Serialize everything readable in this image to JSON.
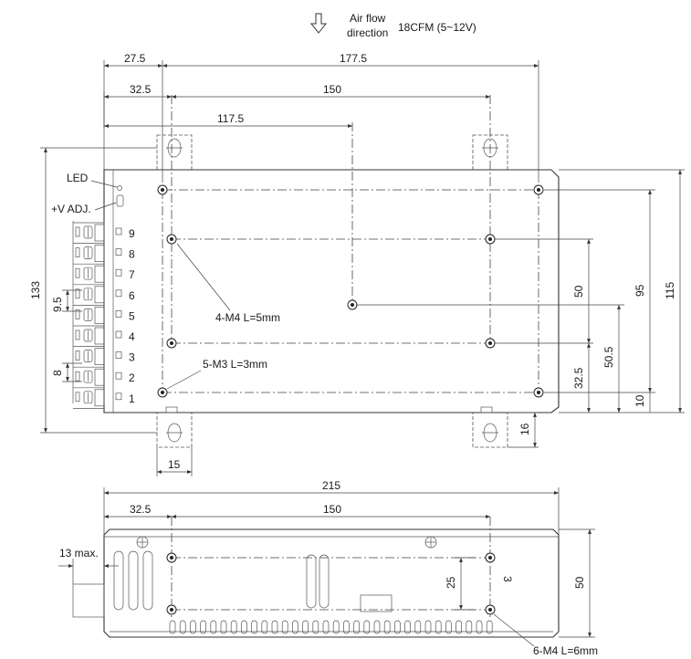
{
  "airflow": {
    "line1": "Air flow",
    "line2": "direction",
    "rate": "18CFM (5~12V)"
  },
  "dimensions": {
    "d27_5": "27.5",
    "d177_5": "177.5",
    "d32_5_top": "32.5",
    "d150_top": "150",
    "d117_5": "117.5",
    "d133": "133",
    "d115": "115",
    "d95": "95",
    "d50_top": "50",
    "d50_5": "50.5",
    "d32_5_side": "32.5",
    "d10": "10",
    "d9_5": "9.5",
    "d8": "8",
    "d16": "16",
    "d15": "15",
    "d215": "215",
    "d32_5_bottom": "32.5",
    "d150_bottom": "150",
    "d13max": "13 max.",
    "d25": "25",
    "d50_bottom": "50"
  },
  "labels": {
    "led": "LED",
    "vadj": "+V ADJ.",
    "m4_5mm": "4-M4 L=5mm",
    "m3_3mm": "5-M3 L=3mm",
    "m4_6mm": "6-M4 L=6mm",
    "side_mark": "3"
  },
  "terminals": [
    "9",
    "8",
    "7",
    "6",
    "5",
    "4",
    "3",
    "2",
    "1"
  ]
}
